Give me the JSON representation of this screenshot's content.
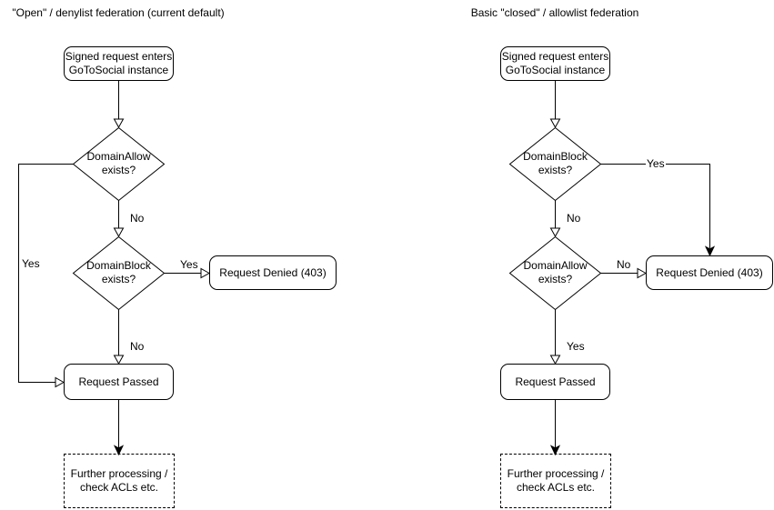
{
  "colors": {
    "background": "#ffffff",
    "stroke": "#000000",
    "node_fill": "#ffffff",
    "text": "#000000"
  },
  "charts": [
    {
      "title": "\"Open\" / denylist federation (current default)",
      "start_node": "Signed request enters\nGoToSocial instance",
      "decision1": {
        "label": "DomainAllow\nexists?",
        "side_label": "Yes",
        "down_label": "No"
      },
      "decision2": {
        "label": "DomainBlock\nexists?",
        "side_label": "Yes",
        "down_label": "No"
      },
      "denied_node": "Request Denied (403)",
      "passed_node": "Request Passed",
      "further_node": "Further processing /\ncheck ACLs etc."
    },
    {
      "title": "Basic \"closed\" / allowlist federation",
      "start_node": "Signed request enters\nGoToSocial instance",
      "decision1": {
        "label": "DomainBlock\nexists?",
        "side_label": "Yes",
        "down_label": "No"
      },
      "decision2": {
        "label": "DomainAllow\nexists?",
        "side_label": "No",
        "down_label": "Yes"
      },
      "denied_node": "Request Denied (403)",
      "passed_node": "Request Passed",
      "further_node": "Further processing /\ncheck ACLs etc."
    }
  ]
}
